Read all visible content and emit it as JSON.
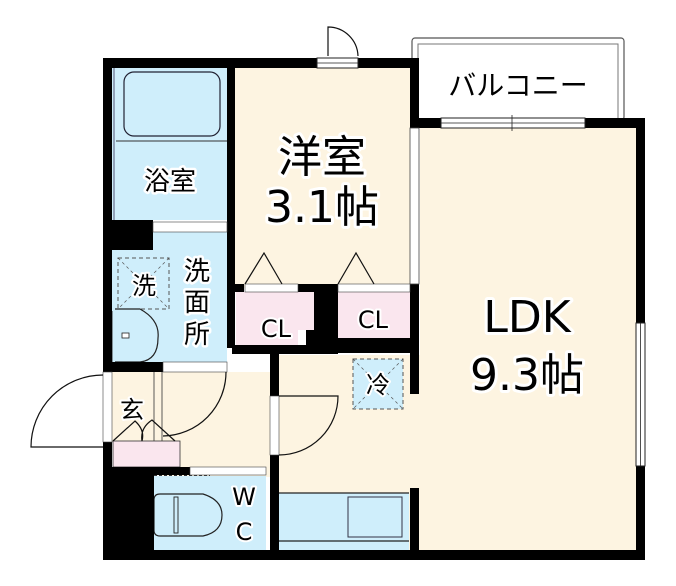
{
  "floorplan": {
    "colors": {
      "wall": "#000000",
      "room_floor": "#fdf4e1",
      "wet_area": "#cfeefb",
      "closet": "#fae6ee",
      "balcony": "#ffffff",
      "window_frame": "#ffffff",
      "outline": "#333333"
    },
    "rooms": {
      "western_room": {
        "name": "洋室",
        "size": "3.1帖"
      },
      "ldk": {
        "name": "LDK",
        "size": "9.3帖"
      },
      "bathroom": {
        "name": "浴室"
      },
      "washroom": {
        "name_line1": "洗",
        "name_line2": "面",
        "name_line3": "所"
      },
      "washer_space": {
        "name": "洗"
      },
      "closet_1": {
        "name": "CL"
      },
      "closet_2": {
        "name": "CL"
      },
      "fridge_space": {
        "name": "冷"
      },
      "entrance": {
        "name": "玄"
      },
      "toilet": {
        "name_line1": "W",
        "name_line2": "C"
      },
      "balcony": {
        "name": "バルコニー"
      }
    }
  }
}
